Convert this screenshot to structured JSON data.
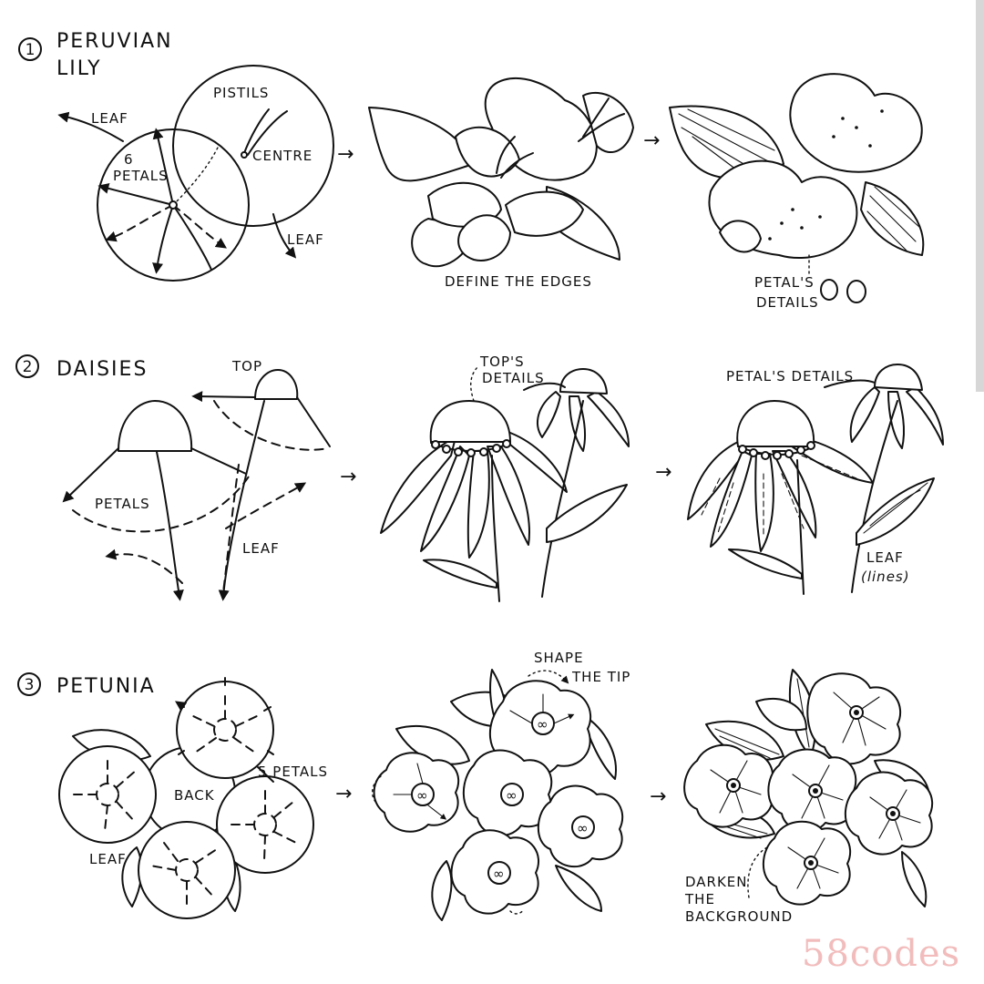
{
  "sections": [
    {
      "number": "1",
      "title_line1": "PERUVIAN",
      "title_line2": "LILY",
      "labels": {
        "leaf_top": "LEAF",
        "petals_count": "6",
        "petals": "PETALS",
        "pistils": "PISTILS",
        "centre": "CENTRE",
        "leaf_bottom": "LEAF"
      },
      "step2_caption": "DEFINE THE EDGES",
      "step3_caption_line1": "PETAL'S",
      "step3_caption_line2": "DETAILS"
    },
    {
      "number": "2",
      "title_line1": "DAISIES",
      "labels": {
        "top": "TOP",
        "petals": "PETALS",
        "leaf": "LEAF"
      },
      "step2_caption_line1": "TOP'S",
      "step2_caption_line2": "DETAILS",
      "step3_caption": "PETAL'S DETAILS",
      "step3_leaf_line1": "LEAF",
      "step3_leaf_line2": "(lines)"
    },
    {
      "number": "3",
      "title_line1": "PETUNIA",
      "labels": {
        "back": "BACK",
        "five_petals": "5 PETALS",
        "leaf": "LEAF"
      },
      "step2_caption_line1": "SHAPE",
      "step2_caption_line2": "THE TIP",
      "step3_caption_line1": "DARKEN",
      "step3_caption_line2": "THE",
      "step3_caption_line3": "BACKGROUND"
    }
  ],
  "arrow_glyph": "→",
  "watermark": "58codes"
}
